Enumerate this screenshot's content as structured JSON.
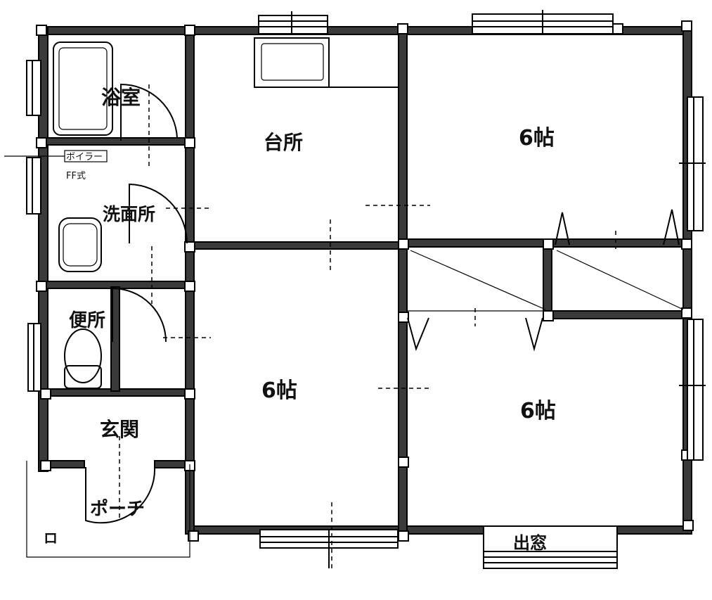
{
  "rooms": {
    "bath": "浴室",
    "kitchen": "台所",
    "washroom": "洗面所",
    "toilet": "便所",
    "entrance": "玄関",
    "porch": "ポーチ",
    "bedroom_ne": "6帖",
    "bedroom_w": "6帖",
    "bedroom_se": "6帖",
    "bay_window": "出窓"
  },
  "fixtures": {
    "boiler_line1": "ボイラー",
    "boiler_line2": "FF式"
  },
  "symbols": {
    "porch_mark": "ロ"
  }
}
